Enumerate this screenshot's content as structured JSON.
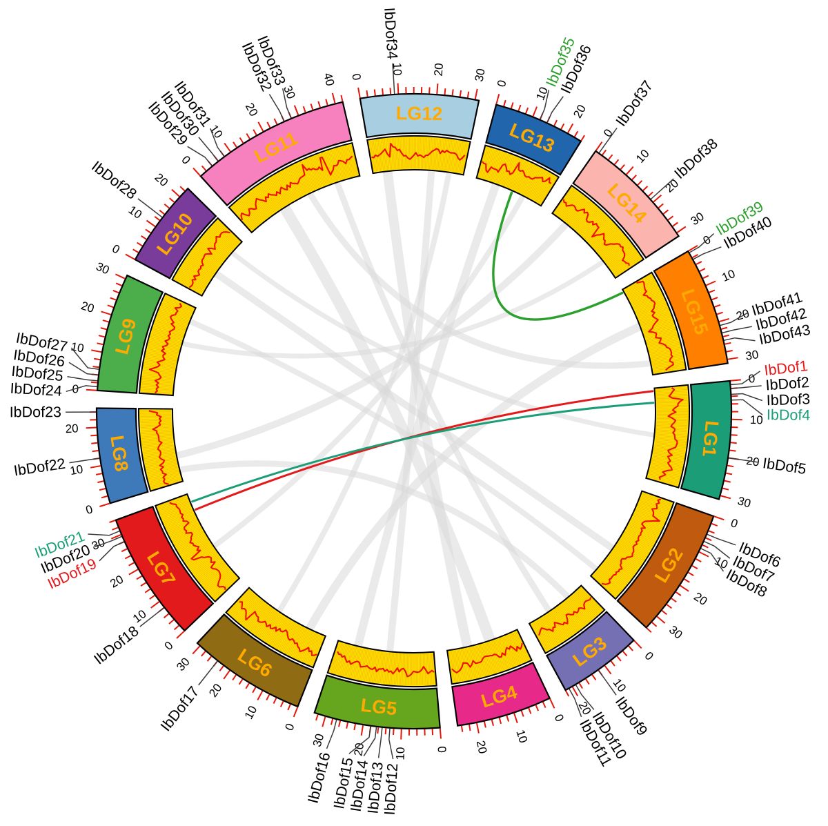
{
  "chart_data": {
    "type": "circos",
    "title": "",
    "units_per_tick": 2,
    "major_tick": 10,
    "colors": {
      "background": "#FFFFFF",
      "lg_label": "#FFAA00",
      "track_fill": "#FFE100",
      "track_hatch": "#F0A202",
      "density_line": "#EE1100",
      "tick": "#E3170A",
      "gray_link": "#D9D9D9",
      "callout_line": "#3A3A3A"
    },
    "linkage_groups": [
      {
        "name": "LG1",
        "color": "#1B9E77",
        "length": 31,
        "tick_labels": [
          0,
          10,
          20,
          30
        ],
        "genes": [
          {
            "name": "IbDof1",
            "pos": 1,
            "color": "#E31A1C",
            "shift": -1.8
          },
          {
            "name": "IbDof2",
            "pos": 2,
            "color": "#000000",
            "shift": -0.1
          },
          {
            "name": "IbDof3",
            "pos": 3.5,
            "color": "#000000",
            "shift": 1.3
          },
          {
            "name": "IbDof4",
            "pos": 5,
            "color": "#1B9E77",
            "shift": 2.6
          },
          {
            "name": "IbDof5",
            "pos": 20,
            "color": "#000000",
            "shift": 0
          }
        ]
      },
      {
        "name": "LG2",
        "color": "#C05A0F",
        "length": 34,
        "tick_labels": [
          0,
          10,
          20,
          30
        ],
        "genes": [
          {
            "name": "IbDof6",
            "pos": 5,
            "color": "#000000",
            "shift": -0.2
          },
          {
            "name": "IbDof7",
            "pos": 7,
            "color": "#000000",
            "shift": 0.8
          },
          {
            "name": "IbDof8",
            "pos": 9,
            "color": "#000000",
            "shift": 1.8
          }
        ]
      },
      {
        "name": "LG3",
        "color": "#7570B3",
        "length": 22,
        "tick_labels": [
          0,
          10,
          20
        ],
        "genes": [
          {
            "name": "IbDof9",
            "pos": 12,
            "color": "#000000",
            "shift": 0
          },
          {
            "name": "IbDof10",
            "pos": 19,
            "color": "#000000",
            "shift": -0.5
          },
          {
            "name": "IbDof11",
            "pos": 21,
            "color": "#000000",
            "shift": 0.5
          }
        ]
      },
      {
        "name": "LG4",
        "color": "#E7298A",
        "length": 25,
        "tick_labels": [
          0,
          10,
          20
        ],
        "genes": []
      },
      {
        "name": "LG5",
        "color": "#66A61E",
        "length": 33,
        "tick_labels": [
          0,
          10,
          20,
          30
        ],
        "genes": [
          {
            "name": "IbDof12",
            "pos": 13,
            "color": "#000000",
            "shift": -0.9
          },
          {
            "name": "IbDof13",
            "pos": 15,
            "color": "#000000",
            "shift": 0.1
          },
          {
            "name": "IbDof14",
            "pos": 16.5,
            "color": "#000000",
            "shift": 1.5
          },
          {
            "name": "IbDof15",
            "pos": 18,
            "color": "#000000",
            "shift": 2.9
          },
          {
            "name": "IbDof16",
            "pos": 27,
            "color": "#000000",
            "shift": 0.4
          }
        ]
      },
      {
        "name": "LG6",
        "color": "#8F6B14",
        "length": 31,
        "tick_labels": [
          0,
          10,
          20,
          30
        ],
        "genes": [
          {
            "name": "IbDof17",
            "pos": 24,
            "color": "#000000",
            "shift": 0
          }
        ]
      },
      {
        "name": "LG7",
        "color": "#E31A1C",
        "length": 34,
        "tick_labels": [
          0,
          10,
          20,
          30
        ],
        "genes": [
          {
            "name": "IbDof18",
            "pos": 8,
            "color": "#000000",
            "shift": 0
          },
          {
            "name": "IbDof19",
            "pos": 28,
            "color": "#E31A1C",
            "shift": -1.2
          },
          {
            "name": "IbDof20",
            "pos": 29.5,
            "color": "#000000",
            "shift": 0.2
          },
          {
            "name": "IbDof21",
            "pos": 31,
            "color": "#1B9E77",
            "shift": 1.5
          }
        ]
      },
      {
        "name": "LG8",
        "color": "#3E79B9",
        "length": 25,
        "tick_labels": [
          0,
          10,
          20
        ],
        "genes": [
          {
            "name": "IbDof22",
            "pos": 12,
            "color": "#000000",
            "shift": 0
          },
          {
            "name": "IbDof23",
            "pos": 24,
            "color": "#000000",
            "shift": 0
          }
        ]
      },
      {
        "name": "LG9",
        "color": "#4CAE4A",
        "length": 31,
        "tick_labels": [
          0,
          10,
          20,
          30
        ],
        "genes": [
          {
            "name": "IbDof24",
            "pos": 1,
            "color": "#000000",
            "shift": -1.2
          },
          {
            "name": "IbDof25",
            "pos": 2.5,
            "color": "#000000",
            "shift": 0.2
          },
          {
            "name": "IbDof26",
            "pos": 4,
            "color": "#000000",
            "shift": 1.5
          },
          {
            "name": "IbDof27",
            "pos": 5.5,
            "color": "#000000",
            "shift": 2.9
          }
        ]
      },
      {
        "name": "LG10",
        "color": "#7A3C9A",
        "length": 23,
        "tick_labels": [
          0,
          10,
          20
        ],
        "genes": [
          {
            "name": "IbDof28",
            "pos": 13,
            "color": "#000000",
            "shift": 0
          }
        ]
      },
      {
        "name": "LG11",
        "color": "#F781BF",
        "length": 42,
        "tick_labels": [
          0,
          10,
          20,
          30,
          40
        ],
        "genes": [
          {
            "name": "IbDof29",
            "pos": 4,
            "color": "#000000",
            "shift": -1.1
          },
          {
            "name": "IbDof30",
            "pos": 6,
            "color": "#000000",
            "shift": -0.1
          },
          {
            "name": "IbDof31",
            "pos": 8,
            "color": "#000000",
            "shift": 0.9
          },
          {
            "name": "IbDof32",
            "pos": 26,
            "color": "#000000",
            "shift": -0.4
          },
          {
            "name": "IbDof33",
            "pos": 28,
            "color": "#000000",
            "shift": 0.6
          }
        ]
      },
      {
        "name": "LG12",
        "color": "#A8CEE2",
        "length": 31,
        "tick_labels": [
          0,
          10,
          20,
          30
        ],
        "genes": [
          {
            "name": "IbDof34",
            "pos": 9,
            "color": "#000000",
            "shift": 0
          }
        ]
      },
      {
        "name": "LG13",
        "color": "#2166AC",
        "length": 24,
        "tick_labels": [
          0,
          10,
          20
        ],
        "genes": [
          {
            "name": "IbDof35",
            "pos": 12,
            "color": "#2CA02C",
            "shift": -0.6
          },
          {
            "name": "IbDof36",
            "pos": 14,
            "color": "#000000",
            "shift": 0.6
          }
        ]
      },
      {
        "name": "LG14",
        "color": "#FBB4AE",
        "length": 31,
        "tick_labels": [
          0,
          10,
          20,
          30
        ],
        "genes": [
          {
            "name": "IbDof37",
            "pos": 1,
            "color": "#000000",
            "shift": 0
          },
          {
            "name": "IbDof38",
            "pos": 19,
            "color": "#000000",
            "shift": 0
          }
        ]
      },
      {
        "name": "LG15",
        "color": "#FF7F00",
        "length": 31,
        "tick_labels": [
          0,
          10,
          20,
          30
        ],
        "genes": [
          {
            "name": "IbDof39",
            "pos": 0.5,
            "color": "#2CA02C",
            "shift": -0.7
          },
          {
            "name": "IbDof40",
            "pos": 2.5,
            "color": "#000000",
            "shift": 0.4
          },
          {
            "name": "IbDof41",
            "pos": 21,
            "color": "#000000",
            "shift": -0.8
          },
          {
            "name": "IbDof42",
            "pos": 23,
            "color": "#000000",
            "shift": 0.2
          },
          {
            "name": "IbDof43",
            "pos": 25,
            "color": "#000000",
            "shift": 1.2
          }
        ]
      }
    ],
    "gene_links": [
      {
        "a": "LG1",
        "ap": 1,
        "b": "LG7",
        "bp": 28,
        "color": "#E31A1C",
        "w": 3
      },
      {
        "a": "LG1",
        "ap": 5,
        "b": "LG7",
        "bp": 31,
        "color": "#1B9E77",
        "w": 3
      },
      {
        "a": "LG13",
        "ap": 13,
        "b": "LG15",
        "bp": 1,
        "color": "#2CA02C",
        "w": 3.5
      }
    ],
    "gray_links": [
      {
        "a": "LG12",
        "ap": 20,
        "b": "LG5",
        "bp": 15,
        "w": 10
      },
      {
        "a": "LG12",
        "ap": 26,
        "b": "LG6",
        "bp": 18,
        "w": 8
      },
      {
        "a": "LG12",
        "ap": 5,
        "b": "LG4",
        "bp": 18,
        "w": 14
      },
      {
        "a": "LG11",
        "ap": 14,
        "b": "LG4",
        "bp": 10,
        "w": 16
      },
      {
        "a": "LG11",
        "ap": 34,
        "b": "LG3",
        "bp": 14,
        "w": 9
      },
      {
        "a": "LG13",
        "ap": 7,
        "b": "LG5",
        "bp": 26,
        "w": 12
      },
      {
        "a": "LG13",
        "ap": 17,
        "b": "LG7",
        "bp": 14,
        "w": 8
      },
      {
        "a": "LG14",
        "ap": 6,
        "b": "LG8",
        "bp": 9,
        "w": 10
      },
      {
        "a": "LG14",
        "ap": 24,
        "b": "LG9",
        "bp": 18,
        "w": 7
      },
      {
        "a": "LG15",
        "ap": 14,
        "b": "LG6",
        "bp": 6,
        "w": 12
      },
      {
        "a": "LG10",
        "ap": 9,
        "b": "LG2",
        "bp": 22,
        "w": 10
      },
      {
        "a": "LG10",
        "ap": 18,
        "b": "LG1",
        "bp": 16,
        "w": 7
      },
      {
        "a": "LG9",
        "ap": 26,
        "b": "LG2",
        "bp": 31,
        "w": 8
      },
      {
        "a": "LG8",
        "ap": 4,
        "b": "LG3",
        "bp": 6,
        "w": 9
      },
      {
        "a": "LG11",
        "ap": 24,
        "b": "LG15",
        "bp": 27,
        "w": 9
      }
    ]
  }
}
